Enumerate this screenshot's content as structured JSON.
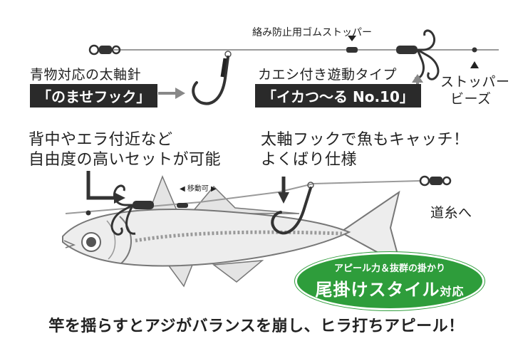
{
  "labels": {
    "stopper_rubber": "絡み防止用ゴムストッパー",
    "main_hook_desc": "青物対応の太軸針",
    "main_hook_name": "「のませフック」",
    "treble_desc": "カエシ付き遊動タイプ",
    "treble_name": "「イカつ〜る No.10」",
    "stopper_beads_1": "ストッパー",
    "stopper_beads_2": "ビーズ",
    "freedom_1": "背中やエラ付近など",
    "freedom_2": "自由度の高いセットが可能",
    "movable": "◀ 移動可 ▶",
    "thick_hook_1": "太軸フックで魚もキャッチ！",
    "thick_hook_2": "よくばり仕様",
    "mainline": "道糸へ",
    "badge_top": "アピール力＆抜群の掛かり",
    "badge_main": "尾掛けスタイル",
    "badge_suffix": "対応",
    "caption": "竿を揺らすとアジがバランスを崩し、ヒラ打ちアピール！"
  },
  "colors": {
    "line": "#9a9a9a",
    "hook": "#333333",
    "badge_green": "#2e9d3b",
    "box_dark": "#2a2a2a",
    "fish_body": "#ededed",
    "fish_outline": "#777777"
  },
  "icons": [
    "swivel-icon",
    "hook-icon",
    "treble-hook-icon",
    "rubber-stopper-icon",
    "bead-icon",
    "arrow-icon",
    "fish-illustration"
  ]
}
